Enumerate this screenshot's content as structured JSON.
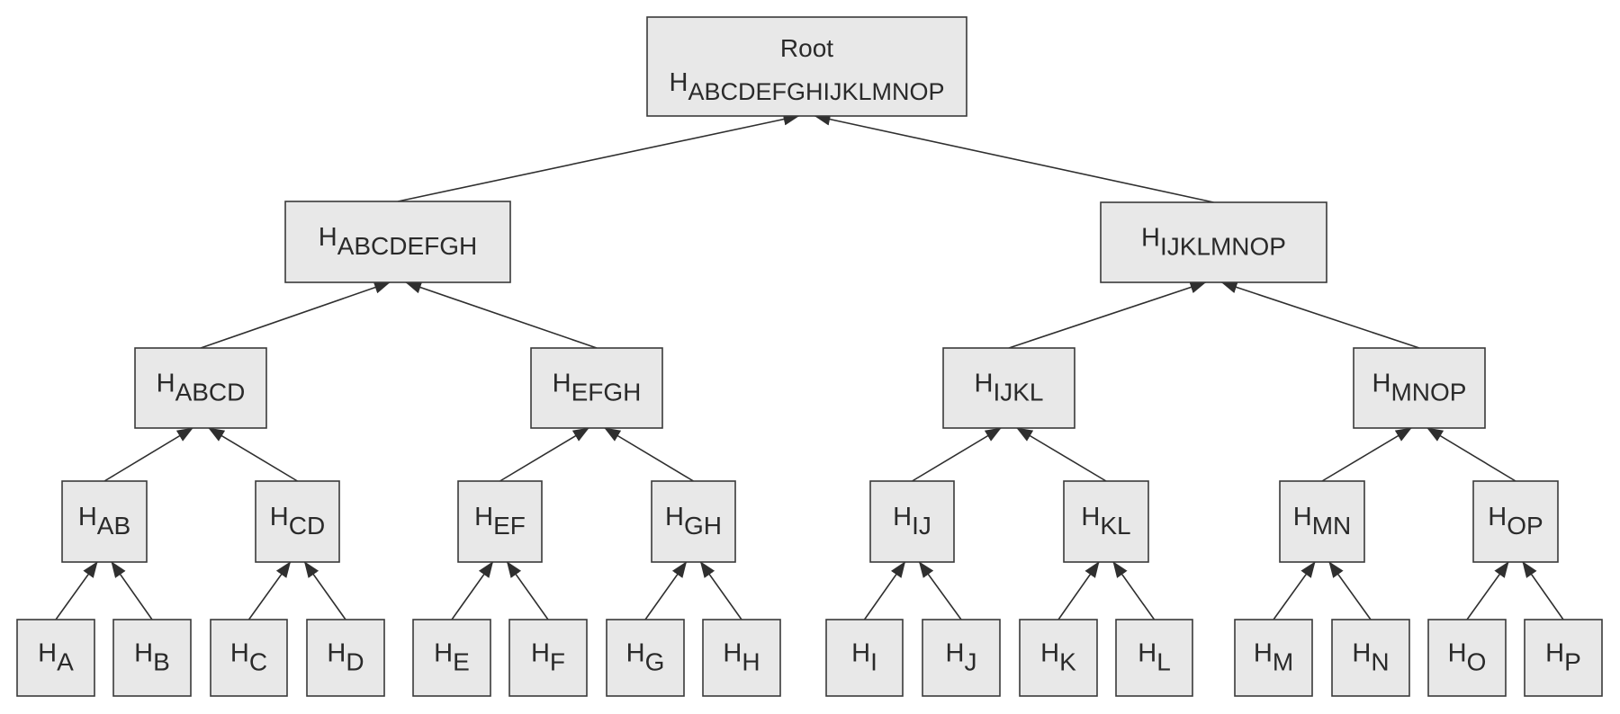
{
  "colors": {
    "node_fill": "#e8e8e8",
    "node_stroke": "#3a3a3a",
    "edge": "#2f2f2f",
    "text": "#2a2a2a"
  },
  "root": {
    "title": "Root",
    "base": "H",
    "sub": "ABCDEFGHIJKLMNOP"
  },
  "nodes": [
    {
      "id": "abcdefgh",
      "base": "H",
      "sub": "ABCDEFGH"
    },
    {
      "id": "ijklmnop",
      "base": "H",
      "sub": "IJKLMNOP"
    },
    {
      "id": "abcd",
      "base": "H",
      "sub": "ABCD"
    },
    {
      "id": "efgh",
      "base": "H",
      "sub": "EFGH"
    },
    {
      "id": "ijkl",
      "base": "H",
      "sub": "IJKL"
    },
    {
      "id": "mnop",
      "base": "H",
      "sub": "MNOP"
    },
    {
      "id": "ab",
      "base": "H",
      "sub": "AB"
    },
    {
      "id": "cd",
      "base": "H",
      "sub": "CD"
    },
    {
      "id": "ef",
      "base": "H",
      "sub": "EF"
    },
    {
      "id": "gh",
      "base": "H",
      "sub": "GH"
    },
    {
      "id": "ij",
      "base": "H",
      "sub": "IJ"
    },
    {
      "id": "kl",
      "base": "H",
      "sub": "KL"
    },
    {
      "id": "mn",
      "base": "H",
      "sub": "MN"
    },
    {
      "id": "op",
      "base": "H",
      "sub": "OP"
    },
    {
      "id": "a",
      "base": "H",
      "sub": "A"
    },
    {
      "id": "b",
      "base": "H",
      "sub": "B"
    },
    {
      "id": "c",
      "base": "H",
      "sub": "C"
    },
    {
      "id": "d",
      "base": "H",
      "sub": "D"
    },
    {
      "id": "e",
      "base": "H",
      "sub": "E"
    },
    {
      "id": "f",
      "base": "H",
      "sub": "F"
    },
    {
      "id": "g",
      "base": "H",
      "sub": "G"
    },
    {
      "id": "h",
      "base": "H",
      "sub": "H"
    },
    {
      "id": "i",
      "base": "H",
      "sub": "I"
    },
    {
      "id": "j",
      "base": "H",
      "sub": "J"
    },
    {
      "id": "k",
      "base": "H",
      "sub": "K"
    },
    {
      "id": "l",
      "base": "H",
      "sub": "L"
    },
    {
      "id": "m",
      "base": "H",
      "sub": "M"
    },
    {
      "id": "n",
      "base": "H",
      "sub": "N"
    },
    {
      "id": "o",
      "base": "H",
      "sub": "O"
    },
    {
      "id": "p",
      "base": "H",
      "sub": "P"
    }
  ],
  "edges": [
    [
      "abcdefgh",
      "root"
    ],
    [
      "ijklmnop",
      "root"
    ],
    [
      "abcd",
      "abcdefgh"
    ],
    [
      "efgh",
      "abcdefgh"
    ],
    [
      "ijkl",
      "ijklmnop"
    ],
    [
      "mnop",
      "ijklmnop"
    ],
    [
      "ab",
      "abcd"
    ],
    [
      "cd",
      "abcd"
    ],
    [
      "ef",
      "efgh"
    ],
    [
      "gh",
      "efgh"
    ],
    [
      "ij",
      "ijkl"
    ],
    [
      "kl",
      "ijkl"
    ],
    [
      "mn",
      "mnop"
    ],
    [
      "op",
      "mnop"
    ],
    [
      "a",
      "ab"
    ],
    [
      "b",
      "ab"
    ],
    [
      "c",
      "cd"
    ],
    [
      "d",
      "cd"
    ],
    [
      "e",
      "ef"
    ],
    [
      "f",
      "ef"
    ],
    [
      "g",
      "gh"
    ],
    [
      "h",
      "gh"
    ],
    [
      "i",
      "ij"
    ],
    [
      "j",
      "ij"
    ],
    [
      "k",
      "kl"
    ],
    [
      "l",
      "kl"
    ],
    [
      "m",
      "mn"
    ],
    [
      "n",
      "mn"
    ],
    [
      "o",
      "op"
    ],
    [
      "p",
      "op"
    ]
  ]
}
